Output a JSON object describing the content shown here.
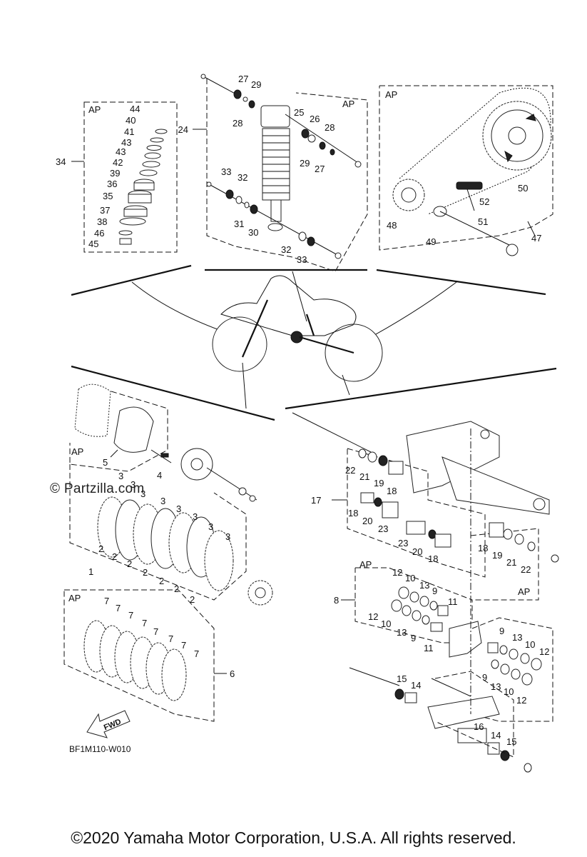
{
  "callouts": {
    "n1": "1",
    "n2": "2",
    "n3": "3",
    "n4": "4",
    "n5": "5",
    "n6": "6",
    "n7": "7",
    "n8": "8",
    "n9": "9",
    "n10": "10",
    "n11": "11",
    "n12": "12",
    "n13": "13",
    "n14": "14",
    "n15": "15",
    "n16": "16",
    "n17": "17",
    "n18": "18",
    "n19": "19",
    "n20": "20",
    "n21": "21",
    "n22": "22",
    "n23": "23",
    "n24": "24",
    "n25": "25",
    "n26": "26",
    "n27": "27",
    "n28": "28",
    "n29": "29",
    "n30": "30",
    "n31": "31",
    "n32": "32",
    "n33": "33",
    "n34": "34",
    "n35": "35",
    "n36": "36",
    "n37": "37",
    "n38": "38",
    "n39": "39",
    "n40": "40",
    "n41": "41",
    "n42": "42",
    "n43": "43",
    "n44": "44",
    "n45": "45",
    "n46": "46",
    "n47": "47",
    "n48": "48",
    "n49": "49",
    "n50": "50",
    "n51": "51",
    "n52": "52"
  },
  "ap_label": "AP",
  "fwd_label": "FWD",
  "diagram_code": "BF1M110-W010",
  "watermark": "© Partzilla.com",
  "copyright": "©2020 Yamaha Motor Corporation, U.S.A. All rights reserved."
}
